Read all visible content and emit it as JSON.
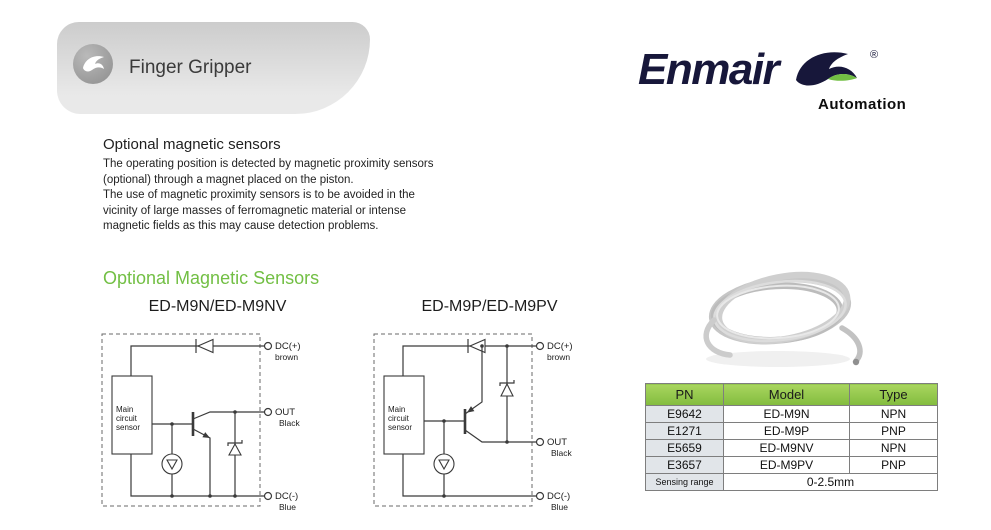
{
  "header": {
    "title": "Finger Gripper"
  },
  "brand": {
    "name": "Enmair",
    "registered": "®",
    "tagline": "Automation"
  },
  "intro": {
    "heading": "Optional magnetic sensors",
    "lines": [
      "The operating position is detected by magnetic proximity sensors",
      "(optional) through a magnet placed on the piston.",
      "The use of magnetic proximity sensors is to be avoided in the",
      "vicinity of large masses of ferromagnetic material or intense",
      "magnetic fields as this may cause detection problems."
    ]
  },
  "sensors": {
    "section_title": "Optional Magnetic Sensors",
    "diagrams": [
      {
        "title": "ED-M9N/ED-M9NV",
        "box_lines": [
          "Main",
          "circuit",
          "sensor"
        ],
        "terminals": [
          {
            "name": "DC(+)",
            "wire": "brown"
          },
          {
            "name": "OUT",
            "wire": "Black"
          },
          {
            "name": "DC(-)",
            "wire": "Blue"
          }
        ]
      },
      {
        "title": "ED-M9P/ED-M9PV",
        "box_lines": [
          "Main",
          "circuit",
          "sensor"
        ],
        "terminals": [
          {
            "name": "DC(+)",
            "wire": "brown"
          },
          {
            "name": "OUT",
            "wire": "Black"
          },
          {
            "name": "DC(-)",
            "wire": "Blue"
          }
        ]
      }
    ]
  },
  "table": {
    "headers": [
      "PN",
      "Model",
      "Type"
    ],
    "rows": [
      {
        "pn": "E9642",
        "model": "ED-M9N",
        "type": "NPN"
      },
      {
        "pn": "E1271",
        "model": "ED-M9P",
        "type": "PNP"
      },
      {
        "pn": "E5659",
        "model": "ED-M9NV",
        "type": "NPN"
      },
      {
        "pn": "E3657",
        "model": "ED-M9PV",
        "type": "PNP"
      }
    ],
    "footer": {
      "label": "Sensing range",
      "value": "0-2.5mm"
    }
  },
  "colors": {
    "accent_green": "#72BF44",
    "table_header_green": "#8DC63F",
    "banner_gray": "#D6D6D6"
  }
}
